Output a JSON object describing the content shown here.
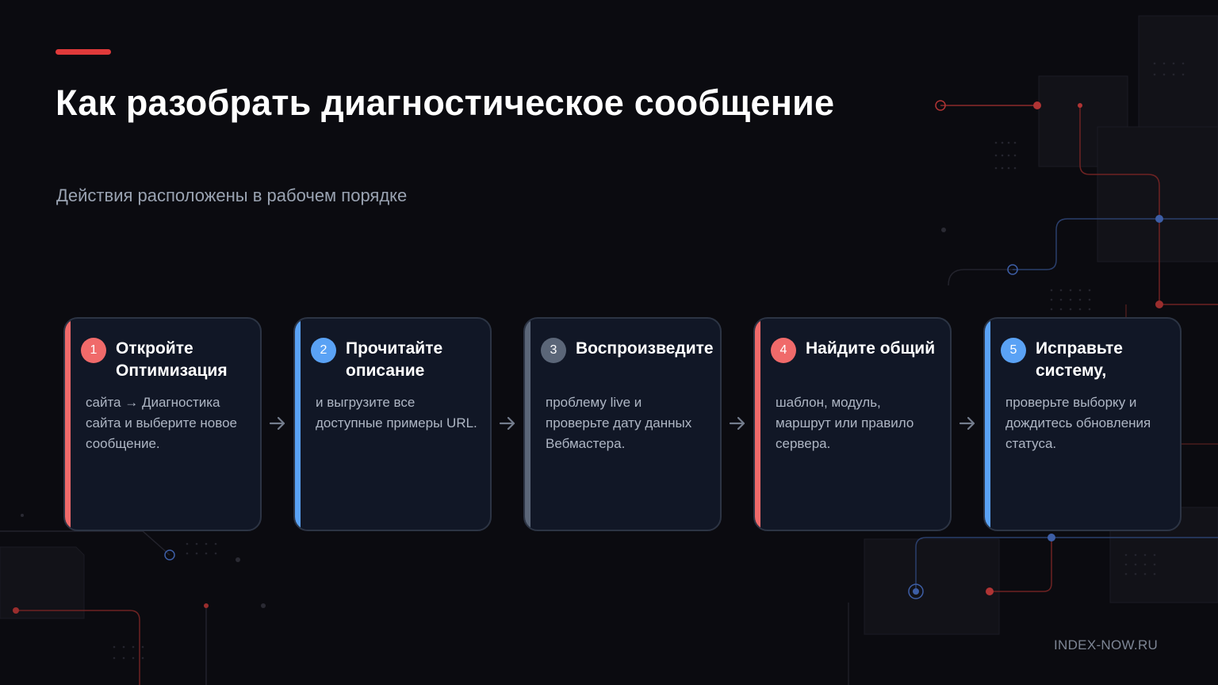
{
  "header": {
    "title": "Как разобрать диагностическое сообщение",
    "subtitle": "Действия расположены в рабочем порядке"
  },
  "colors": {
    "accent_red": "#e03a3a",
    "step_red": "#f06a6a",
    "step_blue": "#5aa2f5",
    "step_gray": "#5b6678",
    "card_bg": "#111726",
    "background": "#0b0b10"
  },
  "steps": [
    {
      "number": "1",
      "title": "Откройте Оптимизация",
      "text": "сайта → Диагностика сайта и выберите новое сообщение.",
      "color": "#f06a6a"
    },
    {
      "number": "2",
      "title": "Прочитайте описание",
      "text": "и выгрузите все доступные примеры URL.",
      "color": "#5aa2f5"
    },
    {
      "number": "3",
      "title": "Воспроизведите",
      "text": "проблему live и проверьте дату данных Вебмастера.",
      "color": "#5b6678"
    },
    {
      "number": "4",
      "title": "Найдите общий",
      "text": "шаблон, модуль, маршрут или правило сервера.",
      "color": "#f06a6a"
    },
    {
      "number": "5",
      "title": "Исправьте систему,",
      "text": "проверьте выборку и дождитесь обновления статуса.",
      "color": "#5aa2f5"
    }
  ],
  "arrow_icon": "arrow-right-icon",
  "footer": {
    "brand": "INDEX-NOW.RU"
  }
}
